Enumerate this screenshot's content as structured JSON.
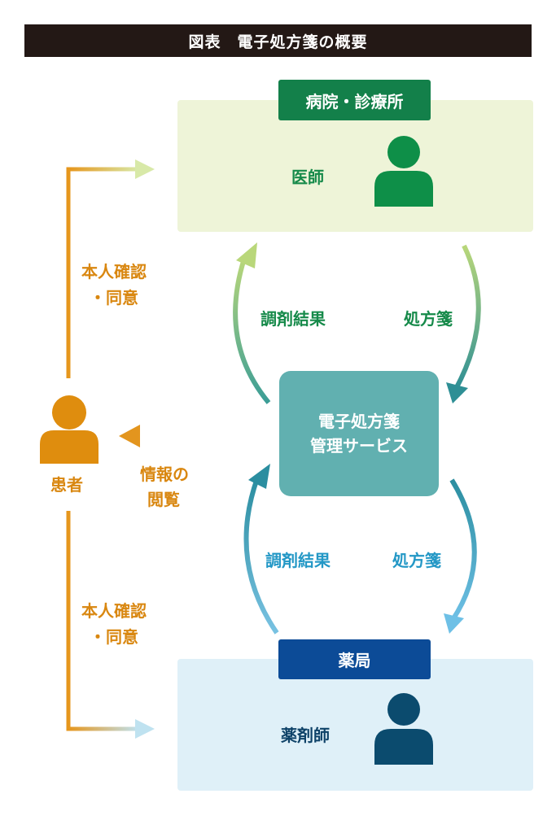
{
  "title": "図表　電子処方箋の概要",
  "hospital": {
    "label": "病院・診療所",
    "role": "医師"
  },
  "pharmacy": {
    "label": "薬局",
    "role": "薬剤師"
  },
  "service": {
    "line1": "電子処方箋",
    "line2": "管理サービス"
  },
  "patient": {
    "label": "患者"
  },
  "arrows": {
    "consent_top_line1": "本人確認",
    "consent_top_line2": "・同意",
    "consent_bottom_line1": "本人確認",
    "consent_bottom_line2": "・同意",
    "view_line1": "情報の",
    "view_line2": "閲覧",
    "hospital_result": "調剤結果",
    "hospital_prescription": "処方箋",
    "pharmacy_result": "調剤結果",
    "pharmacy_prescription": "処方箋"
  },
  "colors": {
    "hospital_accent": "#13804a",
    "pharmacy_accent": "#0c4b97",
    "service_fill": "#61b0b0",
    "patient_orange": "#d98710"
  }
}
